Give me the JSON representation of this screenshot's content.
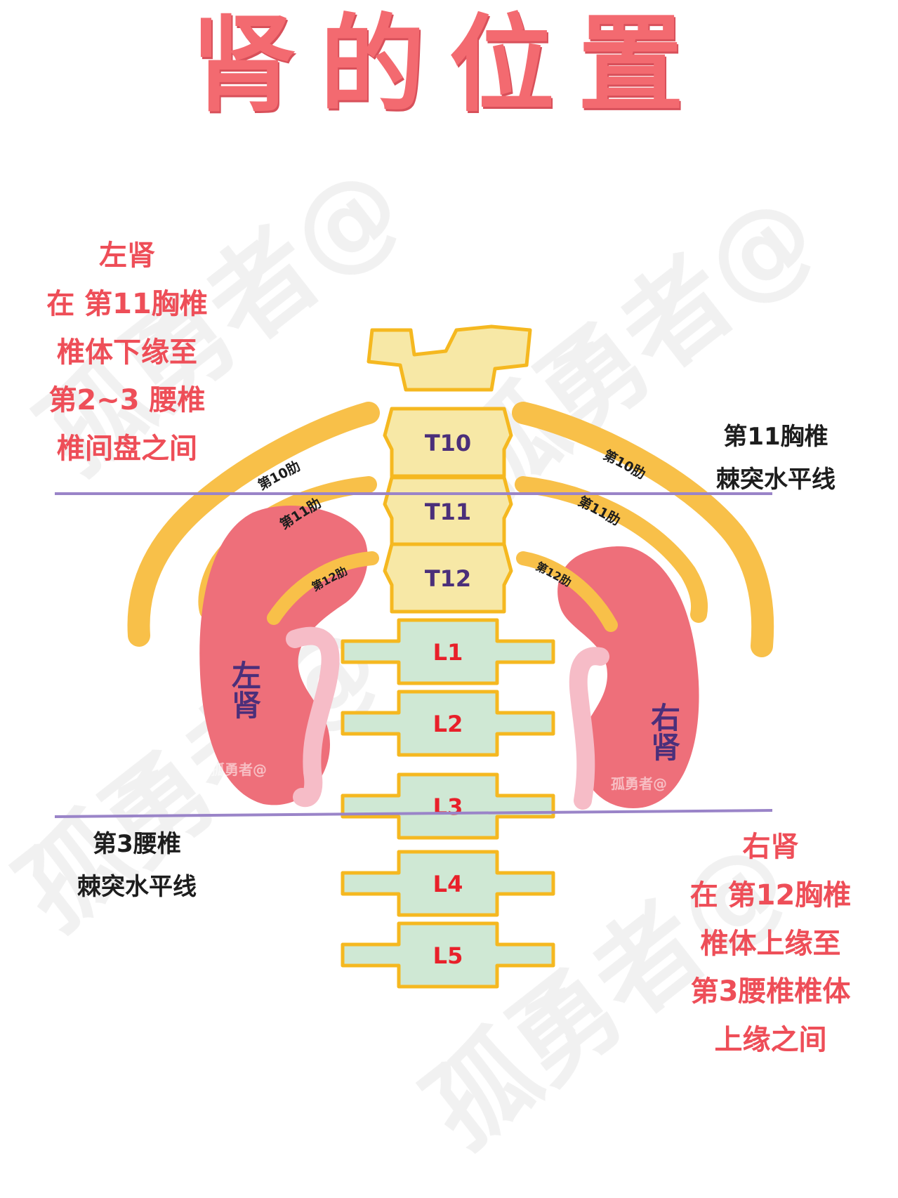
{
  "title": "肾的位置",
  "left_kidney_note": {
    "heading": "左肾",
    "lines": [
      "在 第11胸椎",
      "椎体下缘至",
      "第2~3 腰椎",
      "椎间盘之间"
    ]
  },
  "right_kidney_note": {
    "heading": "右肾",
    "lines": [
      "在 第12胸椎",
      "椎体上缘至",
      "第3腰椎椎体",
      "上缘之间"
    ]
  },
  "t11_line_label": [
    "第11胸椎",
    "棘突水平线"
  ],
  "l3_line_label": [
    "第3腰椎",
    "棘突水平线"
  ],
  "vertebrae": {
    "thoracic": [
      "T10",
      "T11",
      "T12"
    ],
    "lumbar": [
      "L1",
      "L2",
      "L3",
      "L4",
      "L5"
    ]
  },
  "ribs": {
    "left": [
      "第10肋",
      "第11肋",
      "第12肋"
    ],
    "right": [
      "第10肋",
      "第11肋",
      "第12肋"
    ]
  },
  "kidney_labels": {
    "left": "左肾",
    "right": "右肾"
  },
  "watermark": "孤勇者@",
  "colors": {
    "title": "#f36a70",
    "note_red": "#ee4e58",
    "thoracic_fill": "#f7e8a6",
    "lumbar_fill": "#cfe8d4",
    "vertebra_outline": "#f5b820",
    "rib": "#f8c049",
    "kidney": "#ee6f7a",
    "ureter": "#f6bcc7",
    "level_line": "#9a84c8",
    "thoracic_label": "#4b2f7a",
    "lumbar_label": "#e8202a",
    "kidney_label": "#4b2f7a"
  }
}
